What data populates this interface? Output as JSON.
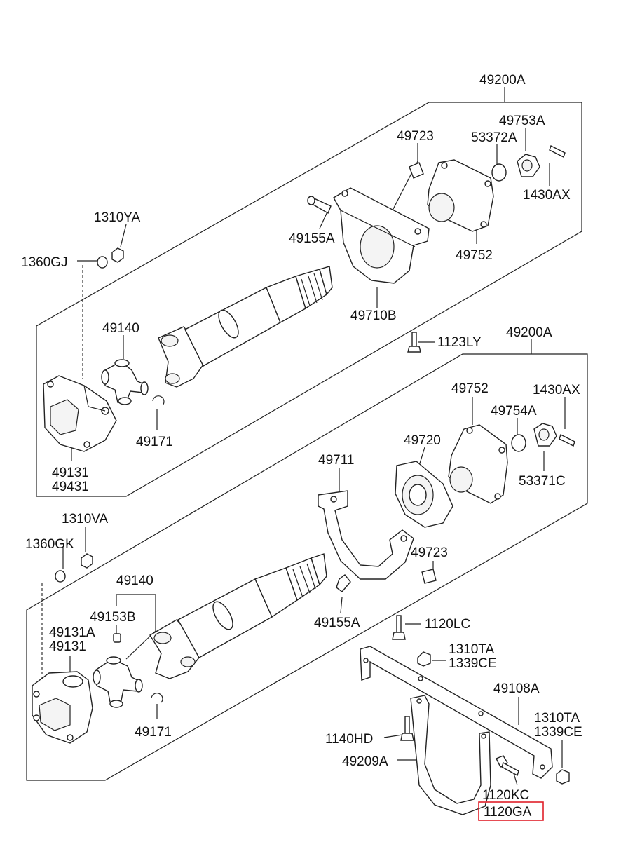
{
  "labels": [
    {
      "id": "49200A",
      "text": "49200A"
    },
    {
      "id": "49753A",
      "text": "49753A"
    },
    {
      "id": "49723",
      "text": "49723"
    },
    {
      "id": "53372A",
      "text": "53372A"
    },
    {
      "id": "1430AX",
      "text": "1430AX"
    },
    {
      "id": "1310YA",
      "text": "1310YA"
    },
    {
      "id": "49155A",
      "text": "49155A"
    },
    {
      "id": "49752",
      "text": "49752"
    },
    {
      "id": "1360GJ",
      "text": "1360GJ"
    },
    {
      "id": "49710B",
      "text": "49710B"
    },
    {
      "id": "49140",
      "text": "49140"
    },
    {
      "id": "1123LY",
      "text": "1123LY"
    },
    {
      "id": "49200A_2",
      "text": "49200A"
    },
    {
      "id": "49752_2",
      "text": "49752"
    },
    {
      "id": "1430AX_2",
      "text": "1430AX"
    },
    {
      "id": "49754A",
      "text": "49754A"
    },
    {
      "id": "49171",
      "text": "49171"
    },
    {
      "id": "49720",
      "text": "49720"
    },
    {
      "id": "49711",
      "text": "49711"
    },
    {
      "id": "53371C",
      "text": "53371C"
    },
    {
      "id": "49131",
      "text": "49131"
    },
    {
      "id": "49431",
      "text": "49431"
    },
    {
      "id": "1310VA",
      "text": "1310VA"
    },
    {
      "id": "1360GK",
      "text": "1360GK"
    },
    {
      "id": "49723_2",
      "text": "49723"
    },
    {
      "id": "49140_2",
      "text": "49140"
    },
    {
      "id": "49153B",
      "text": "49153B"
    },
    {
      "id": "49155A_2",
      "text": "49155A"
    },
    {
      "id": "1120LC",
      "text": "1120LC"
    },
    {
      "id": "49131A",
      "text": "49131A"
    },
    {
      "id": "49131_2",
      "text": "49131"
    },
    {
      "id": "1310TA",
      "text": "1310TA"
    },
    {
      "id": "1339CE",
      "text": "1339CE"
    },
    {
      "id": "49108A",
      "text": "49108A"
    },
    {
      "id": "1310TA_2",
      "text": "1310TA"
    },
    {
      "id": "1339CE_2",
      "text": "1339CE"
    },
    {
      "id": "49171_2",
      "text": "49171"
    },
    {
      "id": "1140HD",
      "text": "1140HD"
    },
    {
      "id": "49209A",
      "text": "49209A"
    },
    {
      "id": "1120KC",
      "text": "1120KC"
    },
    {
      "id": "1120GA",
      "text": "1120GA"
    }
  ],
  "highlight_color": "#e0202a",
  "highlighted_label": "1120GA"
}
